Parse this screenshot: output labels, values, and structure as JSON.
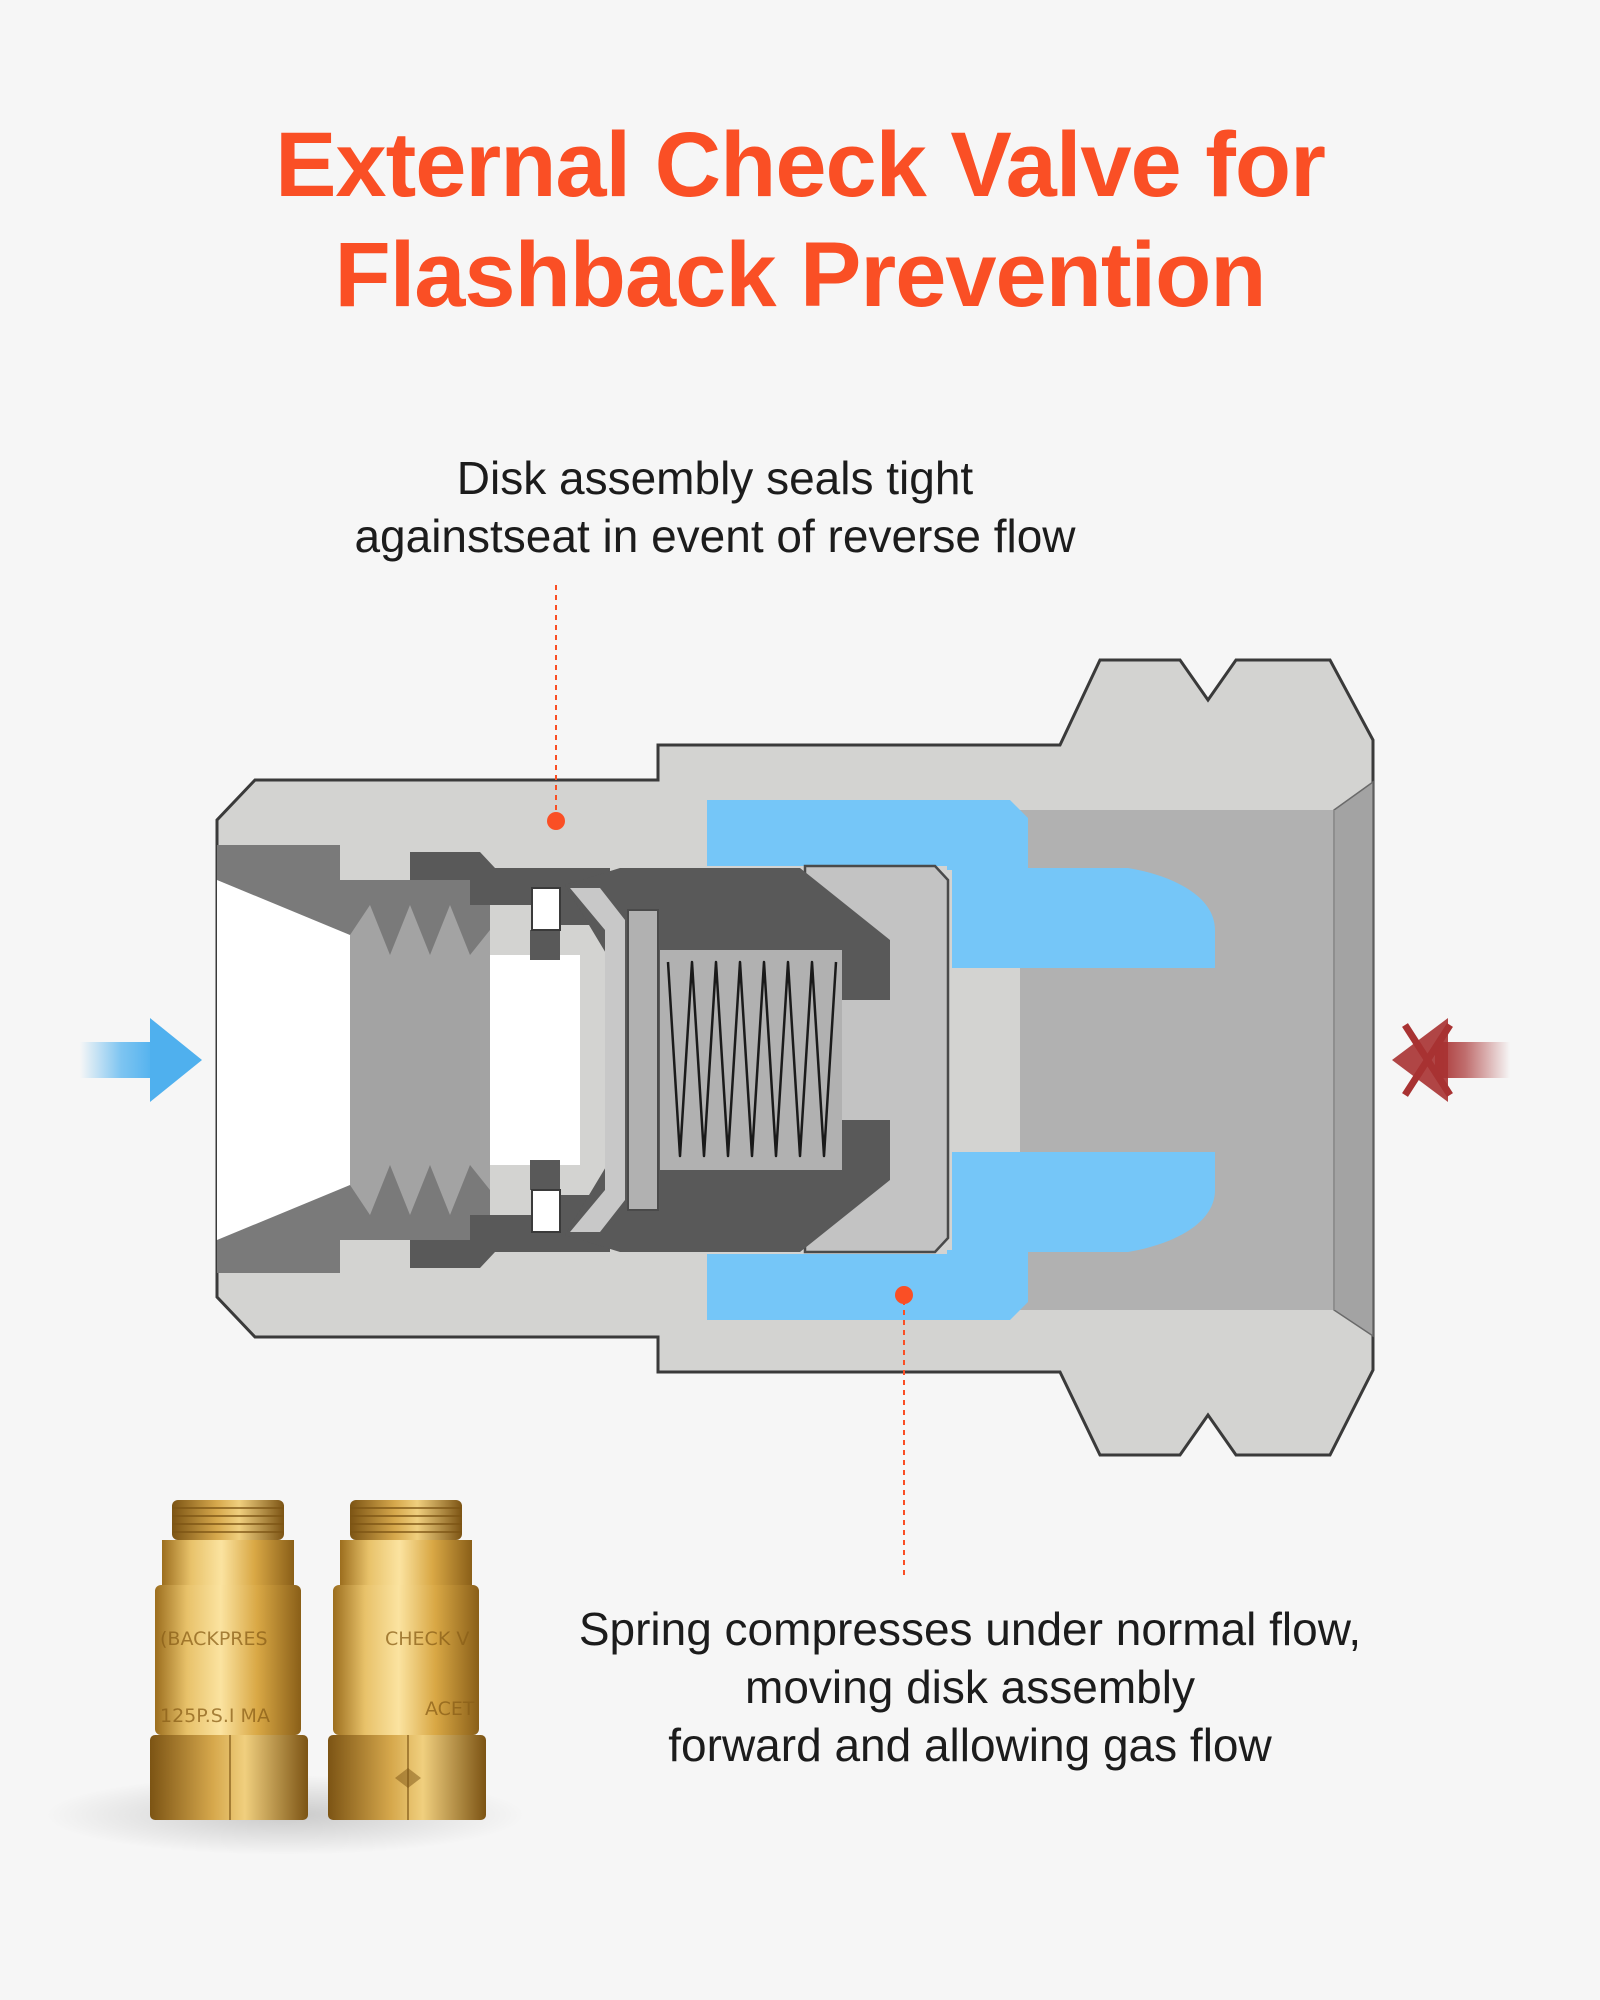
{
  "title": {
    "line1": "External Check Valve for",
    "line2": "Flashback Prevention"
  },
  "callouts": {
    "disk_seal": {
      "line1": "Disk assembly seals tight",
      "line2": "againstseat in event of reverse flow"
    },
    "spring": {
      "line1": "Spring compresses under normal flow,",
      "line2": "moving disk assembly",
      "line3": "forward and allowing gas flow"
    }
  },
  "flow": {
    "normal_direction_icon": "arrow-right-icon",
    "reverse_direction_icon": "blocked-arrow-left-icon"
  },
  "product_photo": {
    "valve_left_engraving": "(BACKPRES",
    "valve_left_rating": "125P.S.I MA",
    "valve_right_engraving": "CHECK V",
    "valve_right_gas": "ACET"
  },
  "colors": {
    "accent": "#fa4f25",
    "body_light": "#d3d3d1",
    "body_mid": "#b1b1b1",
    "body_dark": "#7a7a7a",
    "disk_dark": "#595959",
    "gas_blue": "#75c6f8",
    "flow_arrow_blue": "#5fb8f0",
    "blocked_arrow_red": "#a83232",
    "brass": "#d9a845"
  }
}
